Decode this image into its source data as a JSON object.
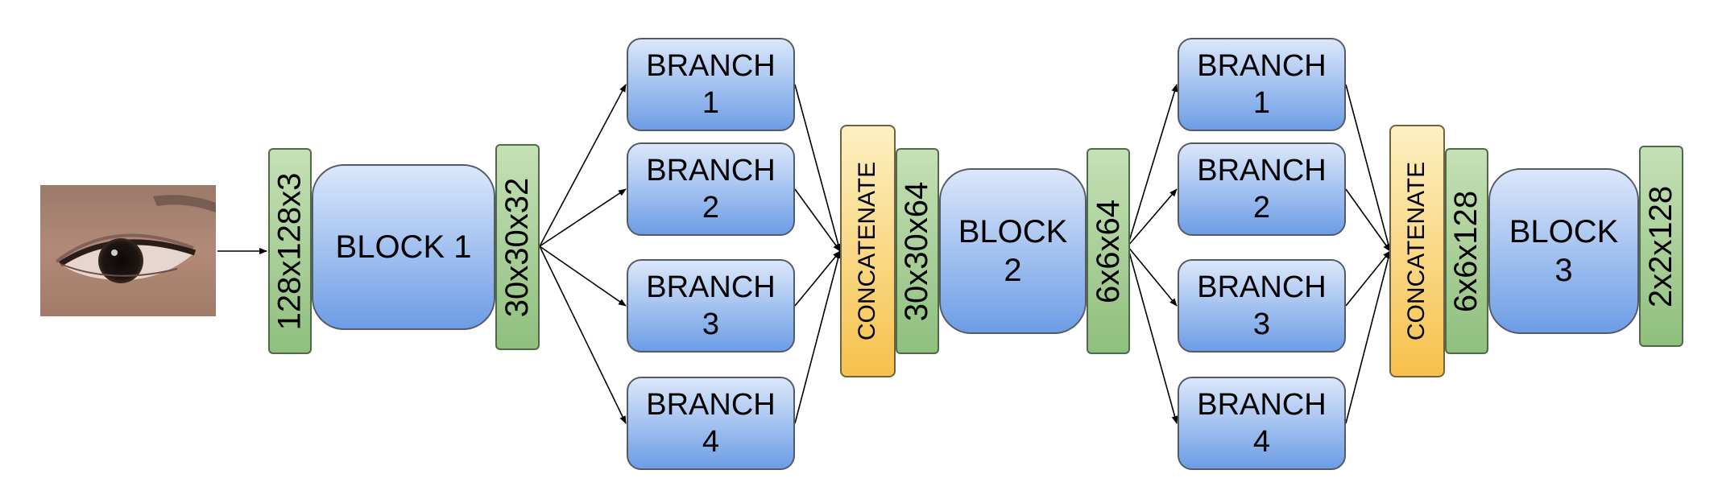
{
  "input": {
    "icon": "eye-photo"
  },
  "tensors": {
    "t_in": "128x128x3",
    "t1": "30x30x32",
    "t2": "30x30x64",
    "t3": "6x6x64",
    "t4": "6x6x128",
    "t5": "2x2x128"
  },
  "blocks": {
    "b1": "BLOCK 1",
    "b2_line1": "BLOCK",
    "b2_line2": "2",
    "b3_line1": "BLOCK",
    "b3_line2": "3"
  },
  "branch_word": "BRANCH",
  "branches_a": [
    "1",
    "2",
    "3",
    "4"
  ],
  "branches_b": [
    "1",
    "2",
    "3",
    "4"
  ],
  "concat_label": "CONCATENATE",
  "colors": {
    "block_top": "#dbe7fa",
    "block_bottom": "#6d9de6",
    "tensor_top": "#c5e0b6",
    "tensor_bottom": "#8fbf7d",
    "concat_top": "#fdf0c2",
    "concat_bottom": "#f6c14c"
  }
}
